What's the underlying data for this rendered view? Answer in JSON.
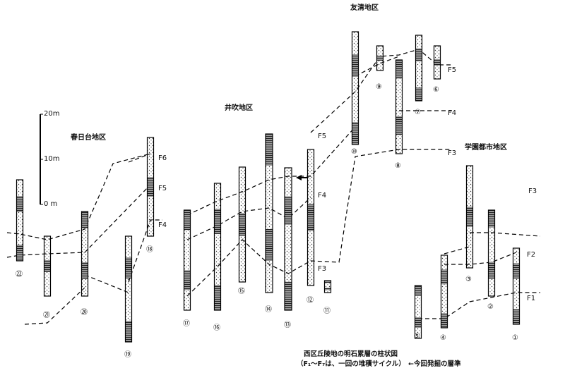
{
  "regions": {
    "tomokiyo": "友清地区",
    "ibuki": "井吹地区",
    "kasugadai": "春日台地区",
    "gakuen": "学園都市地区"
  },
  "scale": {
    "top": "20m",
    "middle": "10m",
    "bottom": "0 m"
  },
  "columns": [
    "①",
    "②",
    "③",
    "④",
    "⑤",
    "⑥",
    "⑦",
    "⑧",
    "⑨",
    "⑩",
    "⑪",
    "⑫",
    "⑬",
    "⑭",
    "⑮",
    "⑯",
    "⑰",
    "⑱",
    "⑲",
    "⑳",
    "㉑",
    "㉒"
  ],
  "horizons": {
    "c18_top": "F6",
    "c18_mid": "F5",
    "c18_bot": "F4",
    "c12_top": "F5",
    "c12_mid": "F4",
    "c12_bot": "F3",
    "c6": "F5",
    "c7": "F4",
    "c8": "F3",
    "gakuen_top": "F3",
    "c1_top": "F2",
    "c1_bot": "F1"
  },
  "caption": {
    "title": "西区丘陵地の明石累層の柱状図",
    "note": "（F₁〜F₇は、一回の堆積サイクル）",
    "legend": "←今回発掘の層準"
  }
}
